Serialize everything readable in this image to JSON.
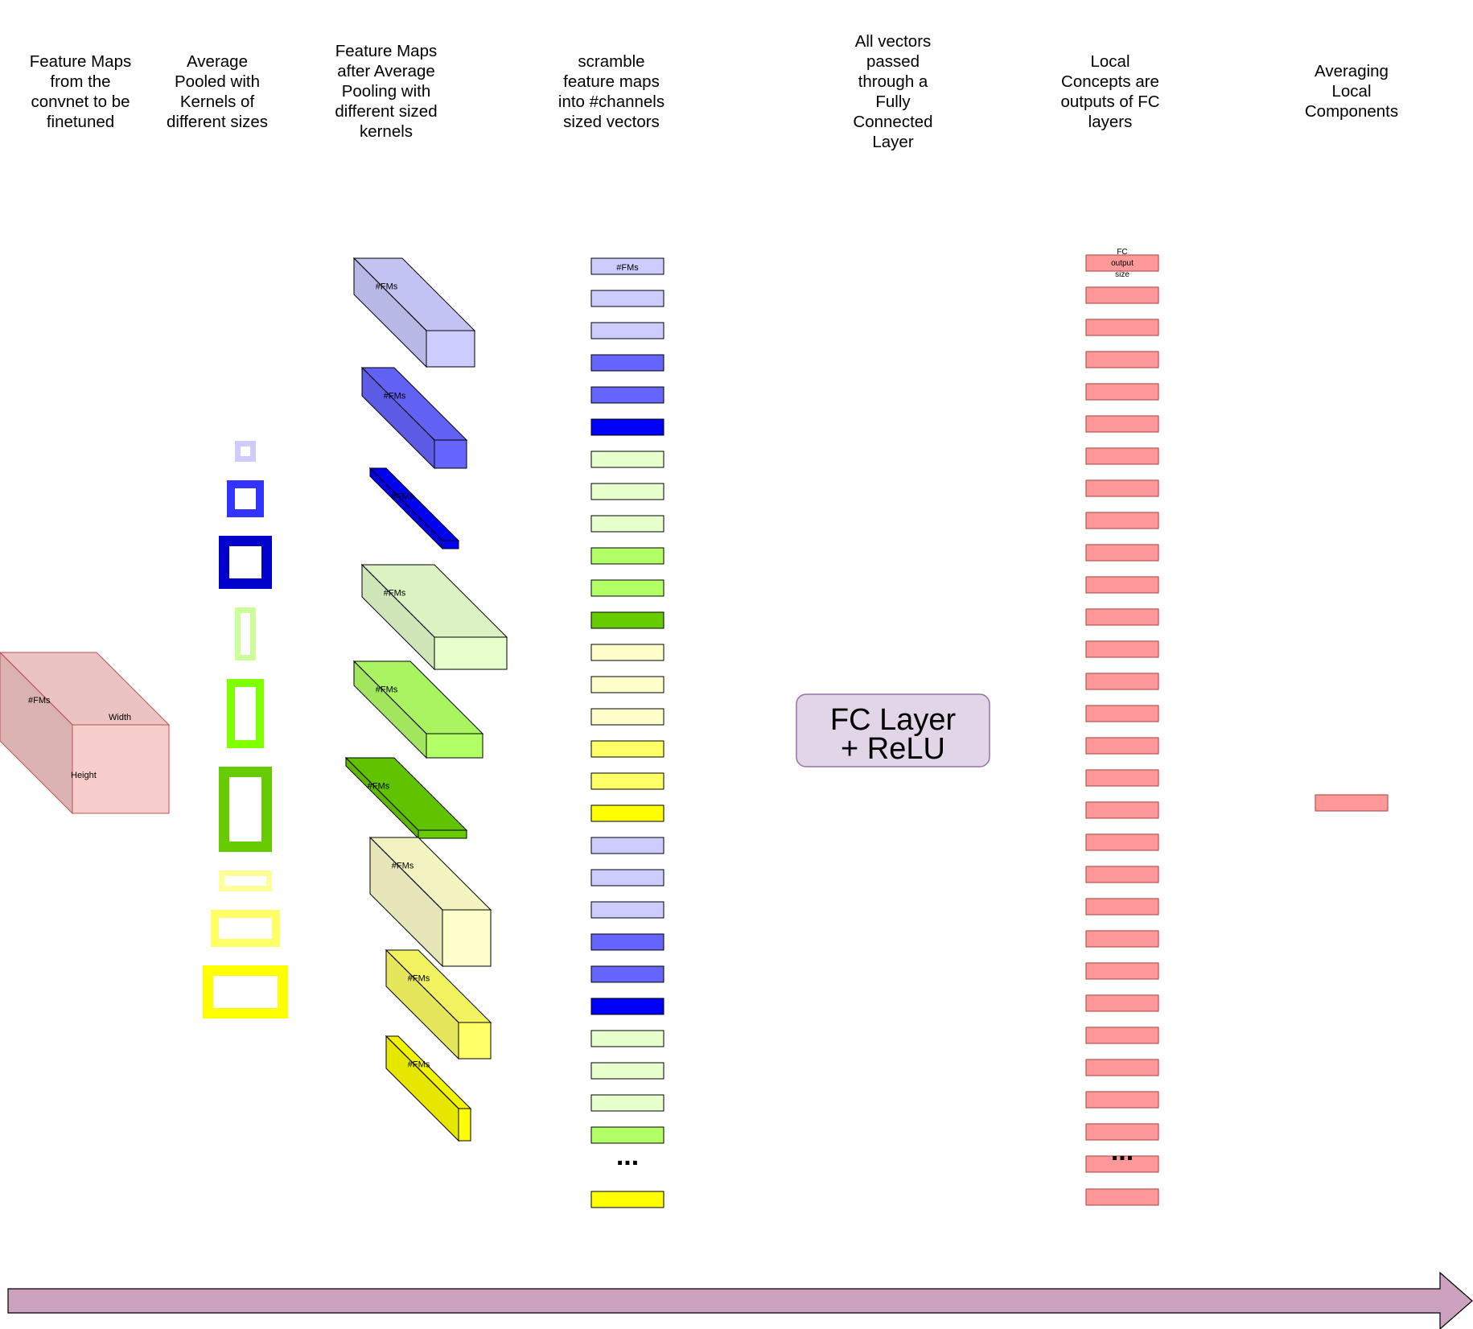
{
  "headers": {
    "feature_maps": [
      "Feature Maps",
      "from the",
      "convnet to be",
      "finetuned"
    ],
    "avg_pooled": [
      "Average",
      "Pooled with",
      "Kernels of",
      "different sizes"
    ],
    "after_pooling": [
      "Feature Maps",
      "after Average",
      "Pooling with",
      "different sized",
      "kernels"
    ],
    "scramble": [
      "scramble",
      "feature maps",
      "into #channels",
      "sized vectors"
    ],
    "all_vectors": [
      "All vectors",
      "passed",
      "through a",
      "Fully",
      "Connected",
      "Layer"
    ],
    "local_concepts": [
      "Local",
      "Concepts are",
      "outputs of FC",
      "layers"
    ],
    "averaging": [
      "Averaging",
      "Local",
      "Components"
    ]
  },
  "input_cube": {
    "channels_label": "#FMs",
    "width_label": "Width",
    "height_label": "Height",
    "front": "#f8cecc",
    "top": "#ebc3c2",
    "side": "#dcb3b3",
    "stroke": "#b85450"
  },
  "kernels": [
    {
      "color": "#ccccff",
      "w": 1,
      "h": 1,
      "thick": 1
    },
    {
      "color": "#3333ff",
      "w": 2,
      "h": 2,
      "thick": 2
    },
    {
      "color": "#0000cc",
      "w": 3,
      "h": 3,
      "thick": 3
    },
    {
      "color": "#ccff99",
      "w": 1,
      "h": 3,
      "thick": 1
    },
    {
      "color": "#80ff00",
      "w": 2,
      "h": 4,
      "thick": 2
    },
    {
      "color": "#66cc00",
      "w": 3,
      "h": 5,
      "thick": 3
    },
    {
      "color": "#ffff99",
      "w": 3,
      "h": 1,
      "thick": 1
    },
    {
      "color": "#ffff66",
      "w": 4,
      "h": 2,
      "thick": 2
    },
    {
      "color": "#ffff00",
      "w": 5,
      "h": 3,
      "thick": 3
    }
  ],
  "pooled_maps": [
    {
      "label": "#FMs",
      "front": "#ccccff",
      "top": "#c2c2f3",
      "side": "#b8b8e6"
    },
    {
      "label": "#FMs",
      "front": "#6666ff",
      "top": "#6161f3",
      "side": "#5c5ce6"
    },
    {
      "label": "#FMs",
      "front": "#0000ff",
      "top": "#0000f3",
      "side": "#0000e6"
    },
    {
      "label": "#FMs",
      "front": "#e6ffcc",
      "top": "#dbf3c2",
      "side": "#cfe6b8"
    },
    {
      "label": "#FMs",
      "front": "#b3ff66",
      "top": "#aaf361",
      "side": "#a1e65c"
    },
    {
      "label": "#FMs",
      "front": "#66cc00",
      "top": "#61c200",
      "side": "#5cb800"
    },
    {
      "label": "#FMs",
      "front": "#ffffcc",
      "top": "#f3f3c2",
      "side": "#e6e6b8"
    },
    {
      "label": "#FMs",
      "front": "#ffff66",
      "top": "#f3f361",
      "side": "#e6e65c"
    },
    {
      "label": "#FMs",
      "front": "#ffff00",
      "top": "#f3f300",
      "side": "#e6e600"
    }
  ],
  "scramble_vectors": {
    "first_label": "#FMs",
    "colors": [
      "#ccccff",
      "#ccccff",
      "#ccccff",
      "#6666ff",
      "#6666ff",
      "#0000ff",
      "#e6ffcc",
      "#e6ffcc",
      "#e6ffcc",
      "#b3ff66",
      "#b3ff66",
      "#66cc00",
      "#ffffcc",
      "#ffffcc",
      "#ffffcc",
      "#ffff66",
      "#ffff66",
      "#ffff00",
      "#ccccff",
      "#ccccff",
      "#ccccff",
      "#6666ff",
      "#6666ff",
      "#0000ff",
      "#e6ffcc",
      "#e6ffcc",
      "#e6ffcc",
      "#b3ff66"
    ],
    "ellipsis": "...",
    "last_color": "#ffff00"
  },
  "fc_layer": {
    "lines": [
      "FC Layer",
      "+ ReLU"
    ],
    "fill": "#e1d5e7",
    "stroke": "#9673a6"
  },
  "local_concepts": {
    "first_label": [
      "FC",
      "output",
      "size"
    ],
    "count": 29,
    "fill": "#ff9999",
    "stroke": "#b85450",
    "ellipsis": "..."
  },
  "average_vector": {
    "fill": "#ff9999",
    "stroke": "#b85450"
  },
  "timeline_arrow": {
    "fill": "#cda2be",
    "stroke": "#000000"
  }
}
